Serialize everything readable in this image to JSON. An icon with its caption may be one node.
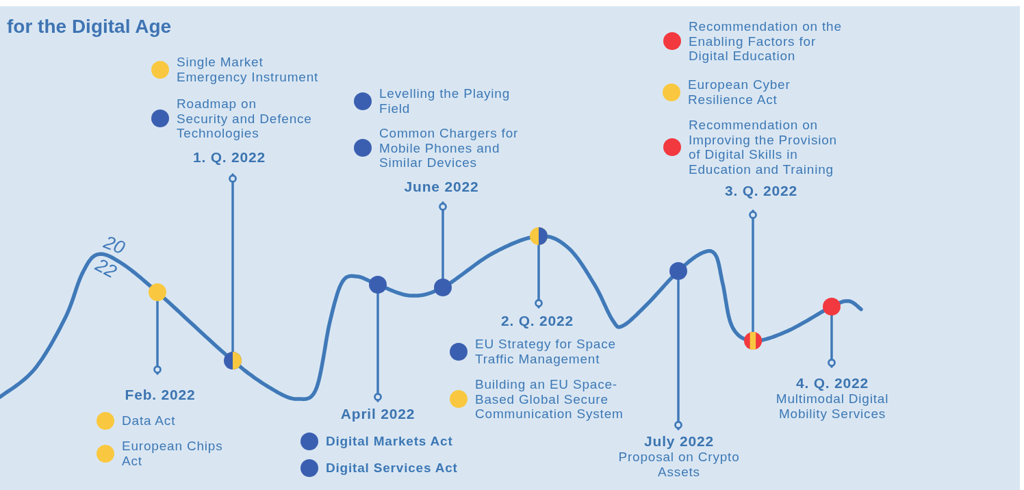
{
  "diagram": {
    "title": "for the Digital Age",
    "nodes": [
      {
        "text": [
          "Single Market Emergency Instrument"
        ]
      },
      {
        "text": [
          "Roadmap on Security and Defence Technologies"
        ]
      },
      {
        "text": [
          "1. Q. 2022"
        ]
      },
      {
        "text": [],
        "shape": "circle"
      },
      {
        "text": [],
        "shape": "circle"
      },
      {
        "text": [
          "Feb. 2022"
        ]
      },
      {
        "text": [
          "Data Act"
        ]
      },
      {
        "text": [
          "European Chips Act"
        ]
      },
      {
        "text": [
          "Levelling the Playing Field"
        ]
      },
      {
        "text": [
          "Common Chargers for Mobile Phones and Similar Devices"
        ]
      },
      {
        "text": [
          "June 2022"
        ]
      },
      {
        "text": [],
        "shape": "circle"
      },
      {
        "text": [],
        "shape": "circle"
      },
      {
        "text": [
          "April 2022"
        ]
      },
      {
        "text": [
          "Digital Markets Act"
        ]
      },
      {
        "text": [
          "Digital Services Act"
        ]
      },
      {
        "text": [],
        "shape": "circle"
      },
      {
        "text": [
          "2. Q. 2022"
        ]
      },
      {
        "text": [
          "EU Strategy for Space Traffic Management"
        ]
      },
      {
        "text": [
          "Building an EU Space-Based Global Secure Communication System"
        ]
      },
      {
        "text": [],
        "shape": "circle"
      },
      {
        "text": [
          "July 2022",
          "Proposal on Crypto Assets"
        ]
      },
      {
        "text": [
          "Recommendation on the Enabling Factors for Digital Education"
        ]
      },
      {
        "text": [
          "European Cyber Resilience Act"
        ]
      },
      {
        "text": [
          "Recommendation on Improving the Provision of Digital Skills in Education and Training"
        ]
      },
      {
        "text": [
          "3. Q. 2022"
        ]
      },
      {
        "text": [],
        "shape": "circle"
      },
      {
        "text": [],
        "shape": "circle"
      },
      {
        "text": [
          "4. Q. 2022",
          "Multimodal Digital Mobility Services"
        ]
      }
    ],
    "edges": [
      {
        "from": 2,
        "to": 4,
        "arrow": "other"
      },
      {
        "from": 5,
        "to": 3,
        "arrow": "other"
      },
      {
        "from": 10,
        "to": 12,
        "arrow": "other"
      },
      {
        "from": 13,
        "to": 11,
        "arrow": "other"
      },
      {
        "from": 17,
        "to": 16,
        "arrow": "other"
      },
      {
        "from": 21,
        "to": 20,
        "arrow": "other"
      },
      {
        "from": 25,
        "to": 26,
        "arrow": "other"
      },
      {
        "from": 28,
        "to": 27,
        "arrow": "other"
      },
      {
        "from": null,
        "to": 3,
        "arrow": "none"
      },
      {
        "from": 3,
        "to": 4,
        "arrow": "none"
      },
      {
        "from": 4,
        "to": 11,
        "arrow": "none"
      },
      {
        "from": 11,
        "to": 12,
        "arrow": "none"
      },
      {
        "from": 12,
        "to": 16,
        "arrow": "none"
      },
      {
        "from": 16,
        "to": 20,
        "arrow": "none"
      },
      {
        "from": 20,
        "to": 26,
        "arrow": "none"
      },
      {
        "from": 26,
        "to": 27,
        "arrow": "none"
      },
      {
        "from": 27,
        "to": null,
        "arrow": "none"
      }
    ],
    "labels": [
      "20",
      "22"
    ]
  }
}
